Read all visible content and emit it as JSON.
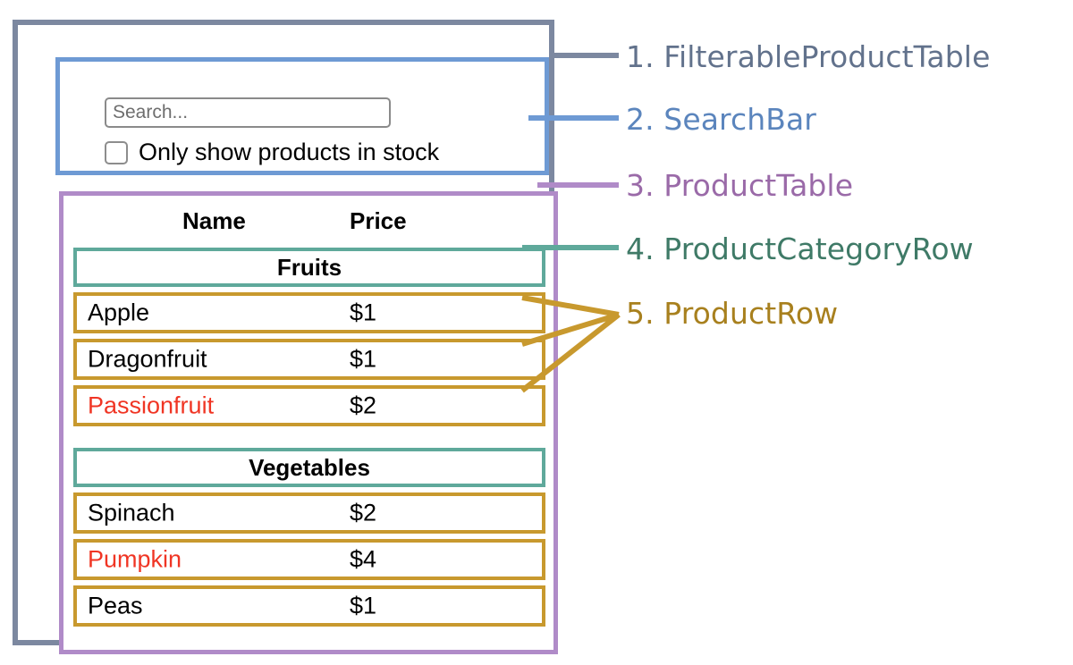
{
  "diagram": {
    "title": "React component breakdown diagram",
    "colors": {
      "filterable_product_table": "#7c88a0",
      "search_bar": "#6e9ad4",
      "product_table": "#b08bc8",
      "product_category_row": "#5fa99b",
      "product_row": "#c8992e",
      "out_of_stock_text": "#f03524"
    }
  },
  "search_bar": {
    "search_input": {
      "value": "",
      "placeholder": "Search..."
    },
    "stock_filter": {
      "label": "Only show products in stock",
      "checked": false
    }
  },
  "product_table": {
    "columns": [
      "Name",
      "Price"
    ],
    "groups": [
      {
        "category": "Fruits",
        "rows": [
          {
            "name": "Apple",
            "price": "$1",
            "in_stock": true
          },
          {
            "name": "Dragonfruit",
            "price": "$1",
            "in_stock": true
          },
          {
            "name": "Passionfruit",
            "price": "$2",
            "in_stock": false
          }
        ]
      },
      {
        "category": "Vegetables",
        "rows": [
          {
            "name": "Spinach",
            "price": "$2",
            "in_stock": true
          },
          {
            "name": "Pumpkin",
            "price": "$4",
            "in_stock": false
          },
          {
            "name": "Peas",
            "price": "$1",
            "in_stock": true
          }
        ]
      }
    ]
  },
  "annotations": [
    {
      "number": "1.",
      "text": "FilterableProductTable",
      "label": "1. FilterableProductTable",
      "color": "#62728c"
    },
    {
      "number": "2.",
      "text": "SearchBar",
      "label": "2. SearchBar",
      "color": "#5b85bd"
    },
    {
      "number": "3.",
      "text": "ProductTable",
      "label": "3. ProductTable",
      "color": "#9a6aa8"
    },
    {
      "number": "4.",
      "text": "ProductCategoryRow",
      "label": "4. ProductCategoryRow",
      "color": "#3f7a67"
    },
    {
      "number": "5.",
      "text": "ProductRow",
      "label": "5. ProductRow",
      "color": "#a8801e"
    }
  ]
}
